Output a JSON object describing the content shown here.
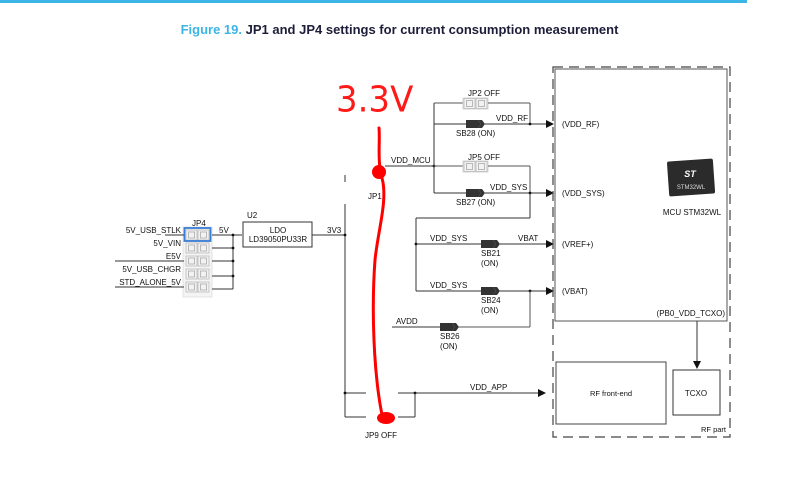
{
  "figure": {
    "number_label": "Figure 19.",
    "title": "JP1 and JP4 settings for current consumption measurement"
  },
  "annotation": {
    "handwritten_text": "3.3V",
    "color": "#ff0000"
  },
  "jp4": {
    "label": "JP4",
    "inputs": [
      "5V_USB_STLK",
      "5V_VIN",
      "E5V",
      "5V_USB_CHGR",
      "STD_ALONE_5V"
    ],
    "selected_index": 0,
    "output_label": "5V"
  },
  "ldo": {
    "ref": "U2",
    "line1": "LDO",
    "line2": "LD39050PU33R",
    "output_label": "3V3"
  },
  "jumpers": {
    "jp1": "JP1",
    "jp2": "JP2 OFF",
    "jp5": "JP5 OFF",
    "jp9": "JP9 OFF"
  },
  "nets": {
    "vdd_mcu": "VDD_MCU",
    "vdd_rf": "VDD_RF",
    "vdd_sys_1": "VDD_SYS",
    "vdd_sys_2": "VDD_SYS",
    "vdd_sys_3": "VDD_SYS",
    "vbat": "VBAT",
    "avdd": "AVDD",
    "vdd_app": "VDD_APP"
  },
  "solder_bridges": {
    "sb28": "SB28 (ON)",
    "sb27": "SB27 (ON)",
    "sb21": "SB21",
    "sb21_state": "(ON)",
    "sb24": "SB24",
    "sb24_state": "(ON)",
    "sb26": "SB26",
    "sb26_state": "(ON)"
  },
  "mcu": {
    "pins": [
      "(VDD_RF)",
      "(VDD_SYS)",
      "(VREF+)",
      "(VBAT)",
      "(PB0_VDD_TCXO)"
    ],
    "chip_logo": "ST",
    "chip_marking": "STM32WL",
    "caption": "MCU STM32WL"
  },
  "rf": {
    "front_end": "RF front-end",
    "tcxo": "TCXO",
    "part_label": "RF part"
  }
}
